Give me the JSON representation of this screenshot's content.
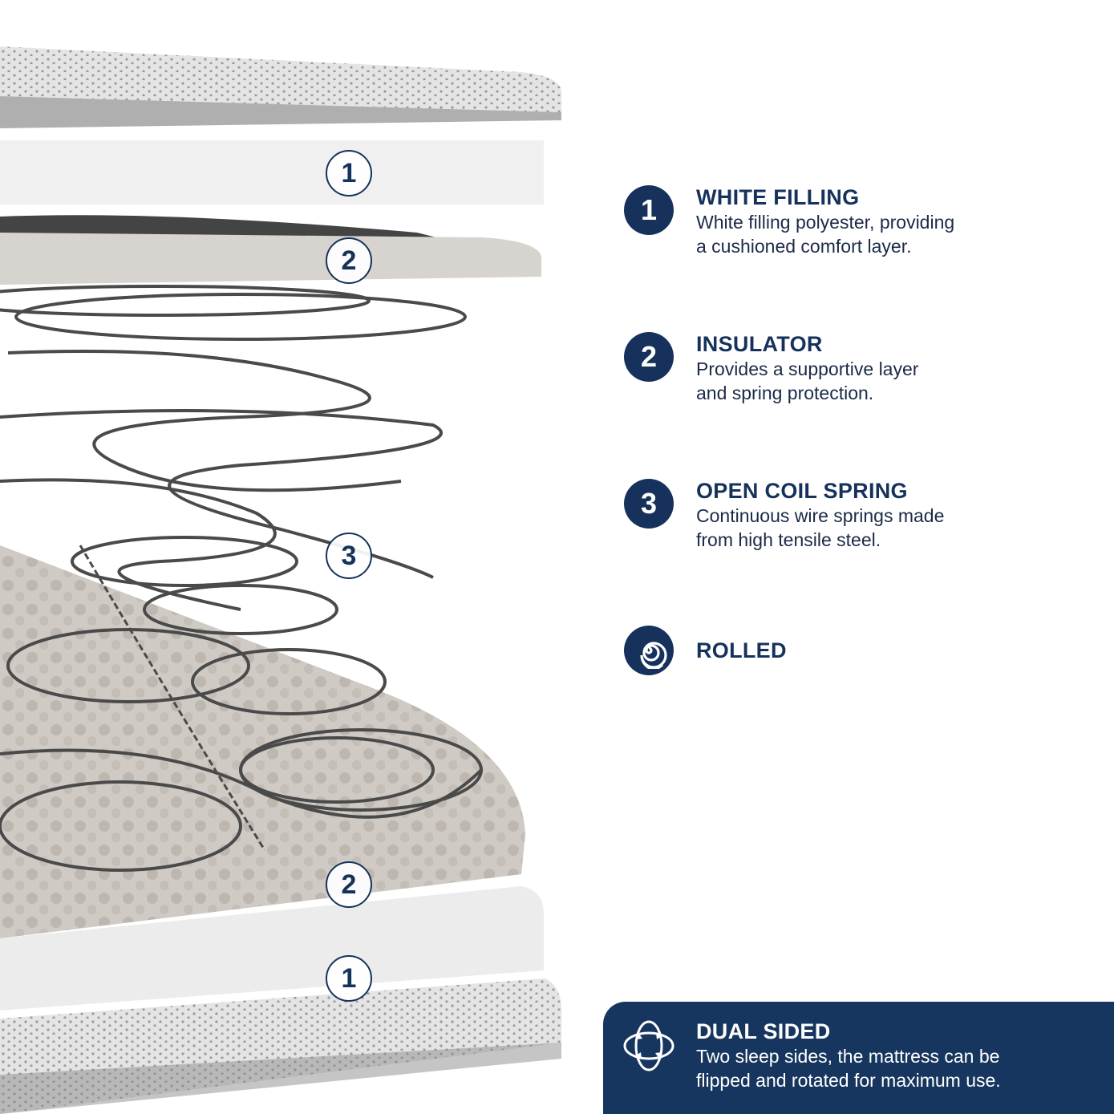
{
  "illustration": {
    "markers": [
      {
        "label": "1",
        "layer": "top white filling"
      },
      {
        "label": "2",
        "layer": "top insulator"
      },
      {
        "label": "3",
        "layer": "open coil spring"
      },
      {
        "label": "2",
        "layer": "bottom insulator"
      },
      {
        "label": "1",
        "layer": "bottom white filling"
      }
    ]
  },
  "features": [
    {
      "number": "1",
      "title": "WHITE FILLING",
      "desc_line1": "White filling polyester, providing",
      "desc_line2": "a cushioned comfort layer."
    },
    {
      "number": "2",
      "title": "INSULATOR",
      "desc_line1": "Provides a supportive layer",
      "desc_line2": "and spring protection."
    },
    {
      "number": "3",
      "title": "OPEN COIL SPRING",
      "desc_line1": "Continuous wire springs made",
      "desc_line2": "from high tensile steel."
    },
    {
      "icon": "spiral-rolled-icon",
      "title": "ROLLED"
    }
  ],
  "dual_sided": {
    "icon": "rotate-flip-icon",
    "title": "DUAL SIDED",
    "desc_line1": "Two sleep sides, the mattress can be",
    "desc_line2": "flipped and rotated for maximum use."
  },
  "colors": {
    "navy": "#16325c",
    "panel": "#16365f"
  }
}
